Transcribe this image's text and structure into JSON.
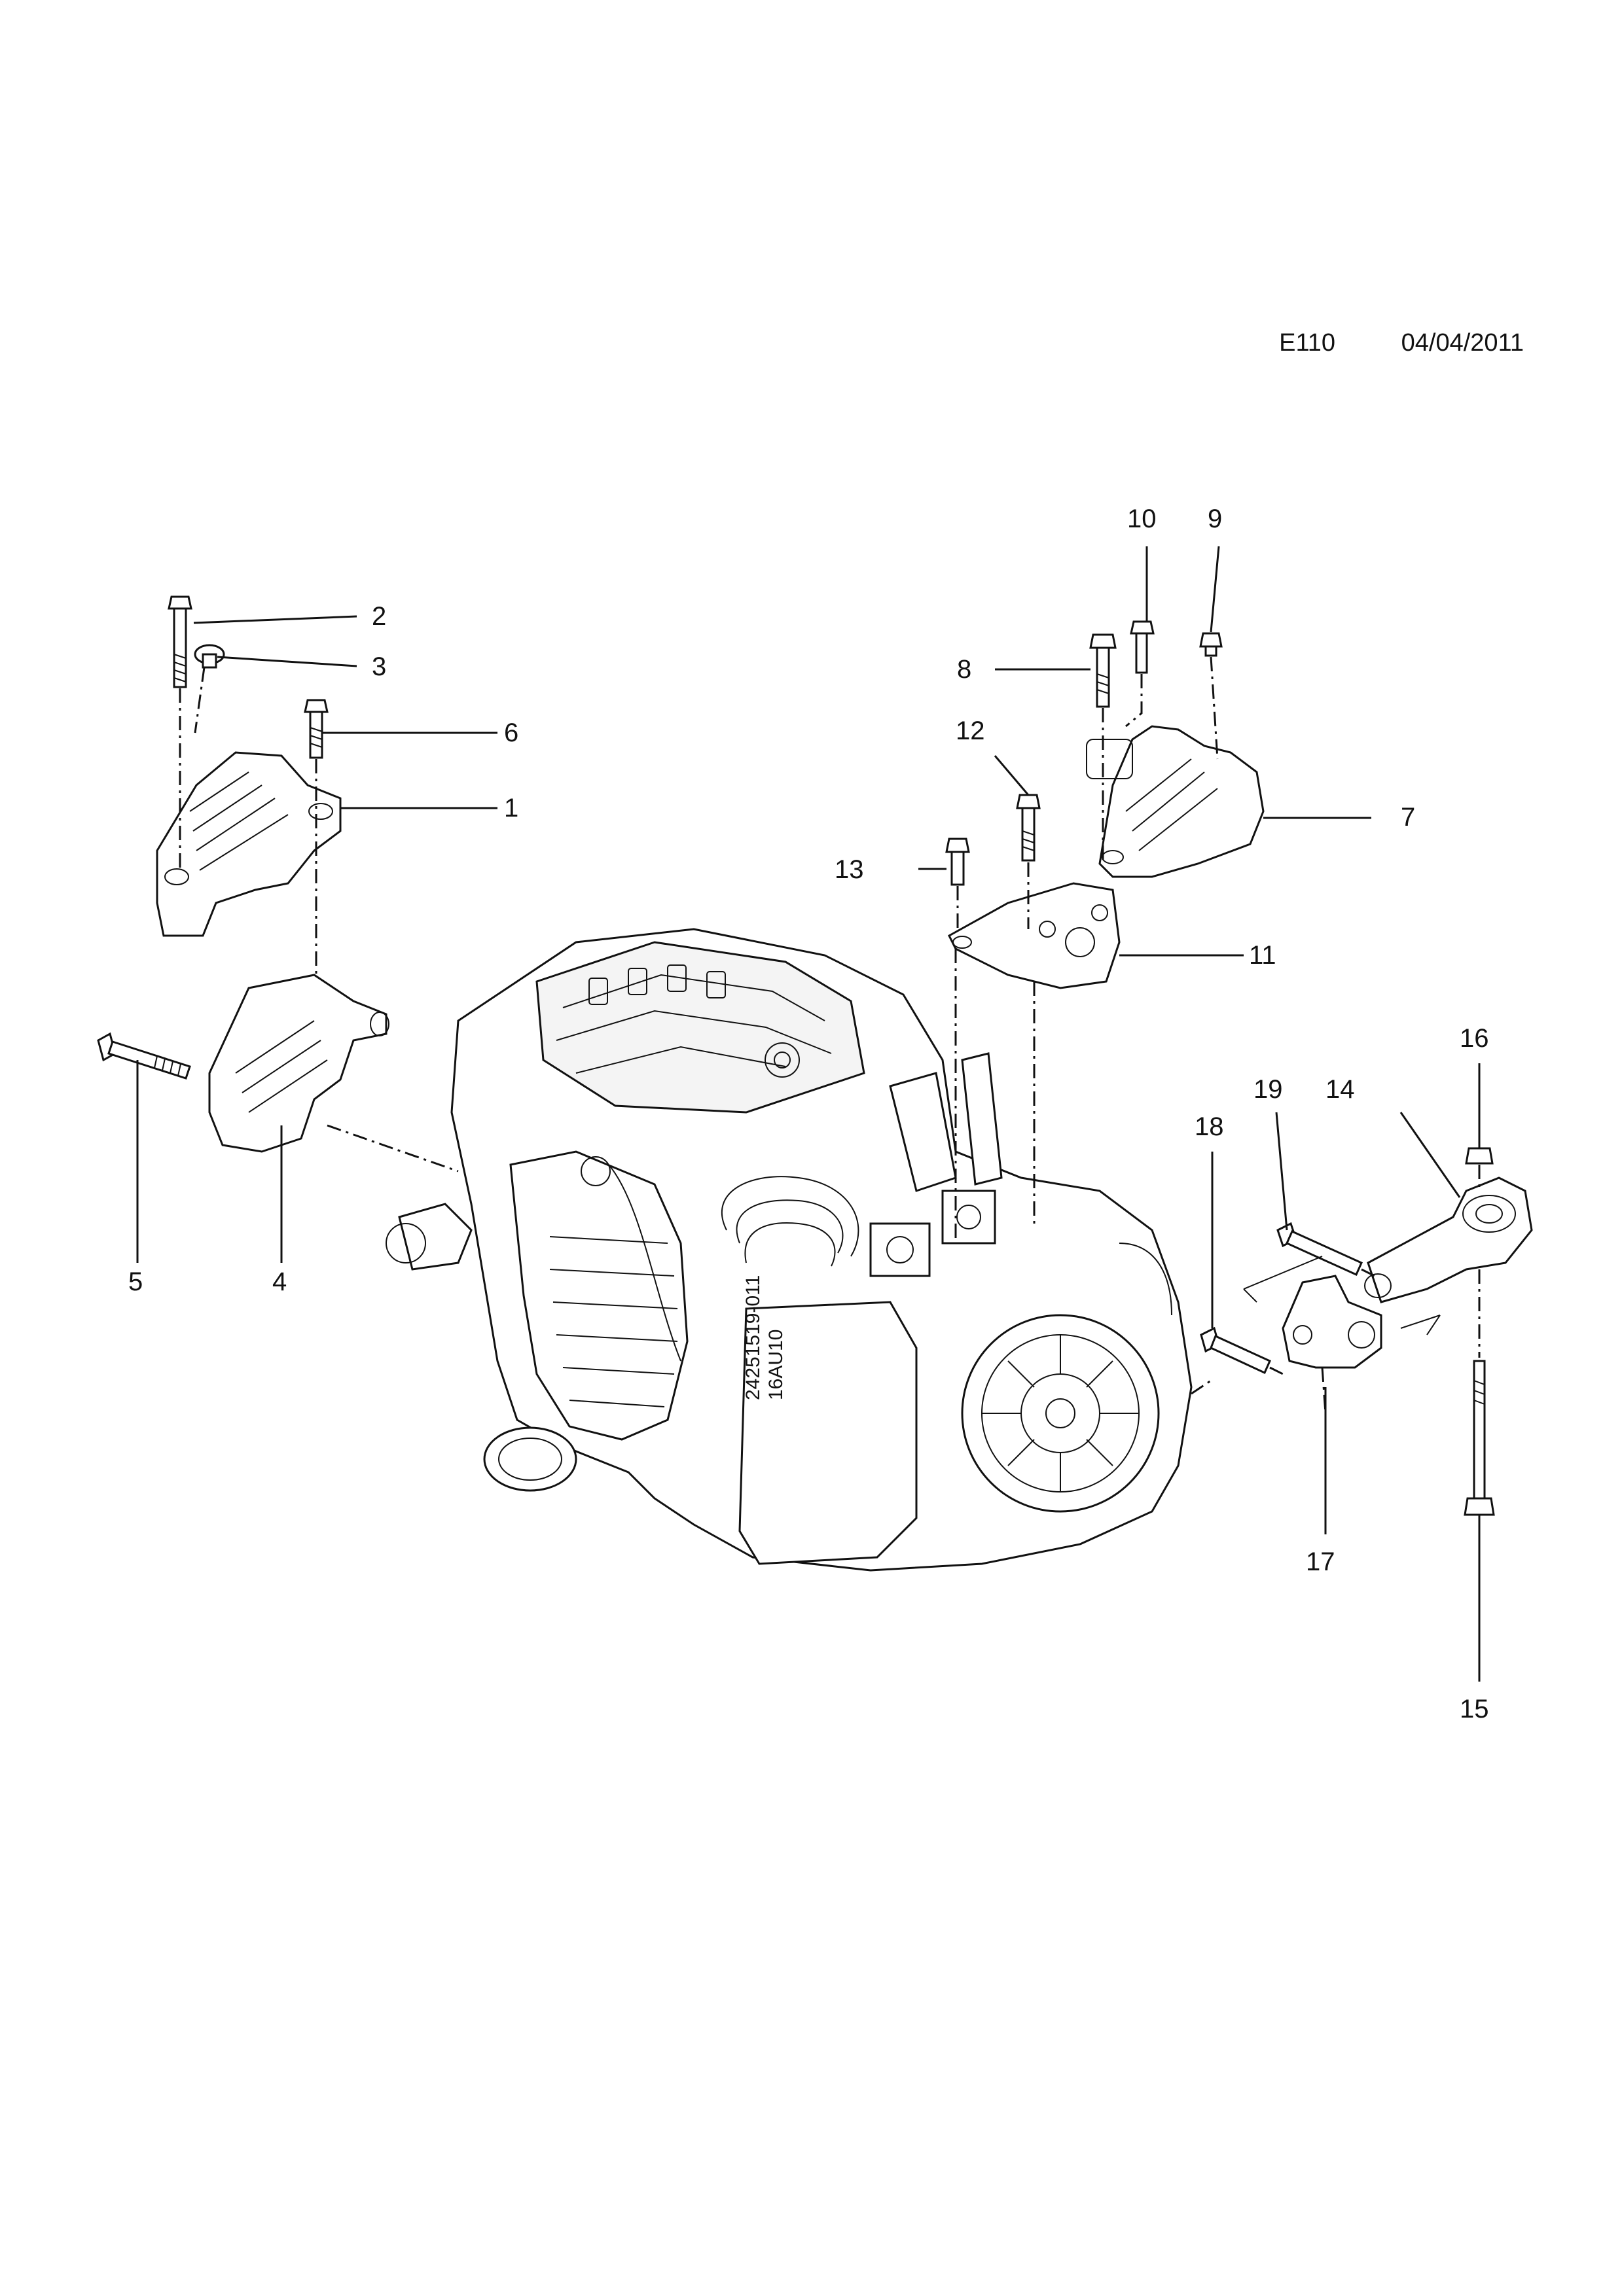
{
  "header": {
    "code": "E110",
    "date": "04/04/2011"
  },
  "callouts": [
    "1",
    "2",
    "3",
    "4",
    "5",
    "6",
    "7",
    "8",
    "9",
    "10",
    "11",
    "12",
    "13",
    "14",
    "15",
    "16",
    "17",
    "18",
    "19"
  ]
}
